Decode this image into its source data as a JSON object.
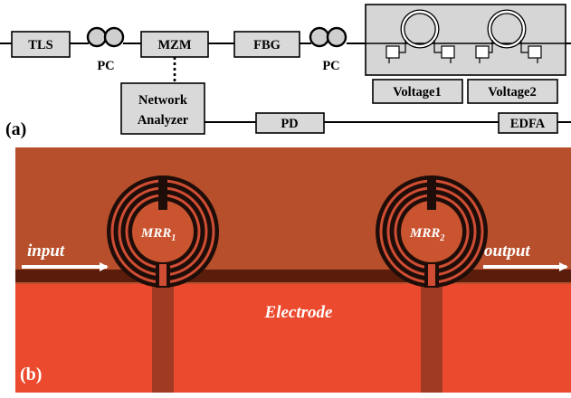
{
  "part_a": {
    "panel_label": "(a)",
    "tls": "TLS",
    "pc1": "PC",
    "mzm": "MZM",
    "fbg": "FBG",
    "pc2": "PC",
    "network_analyzer_line1": "Network",
    "network_analyzer_line2": "Analyzer",
    "pd": "PD",
    "edfa": "EDFA",
    "voltage1": "Voltage1",
    "voltage2": "Voltage2"
  },
  "part_b": {
    "panel_label": "(b)",
    "input": "input",
    "output": "output",
    "electrode": "Electrode",
    "mrr1_base": "MRR",
    "mrr1_sub": "1",
    "mrr2_base": "MRR",
    "mrr2_sub": "2"
  },
  "colors": {
    "bus_bg": "#b74f2c",
    "electrode": "#ec4a2e",
    "ring_dark": "#1e0d08",
    "ring_metal": "#cf4d33",
    "box_fill": "#d9d9d9",
    "label_white": "#ffffff"
  }
}
